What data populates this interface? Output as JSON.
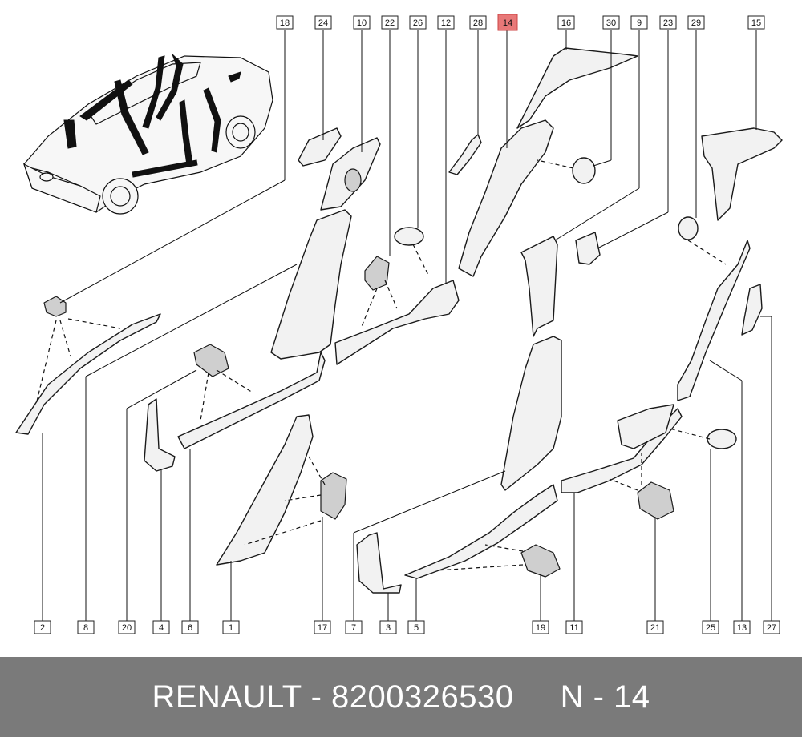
{
  "labels": {
    "l18": "18",
    "l24": "24",
    "l10": "10",
    "l22": "22",
    "l26": "26",
    "l12": "12",
    "l28": "28",
    "l14": "14",
    "l16": "16",
    "l30": "30",
    "l9": "9",
    "l23": "23",
    "l29": "29",
    "l15": "15",
    "l2": "2",
    "l8": "8",
    "l20": "20",
    "l4": "4",
    "l6": "6",
    "l1": "1",
    "l17": "17",
    "l7": "7",
    "l3": "3",
    "l5": "5",
    "l19": "19",
    "l11": "11",
    "l21": "21",
    "l25": "25",
    "l13": "13",
    "l27": "27"
  },
  "highlighted_label": "14",
  "colors": {
    "highlight": "#e87878",
    "footer_bg": "#7a7a7a",
    "footer_text": "#ffffff"
  },
  "footer": {
    "text": "RENAULT - 8200326530     N - 14"
  }
}
